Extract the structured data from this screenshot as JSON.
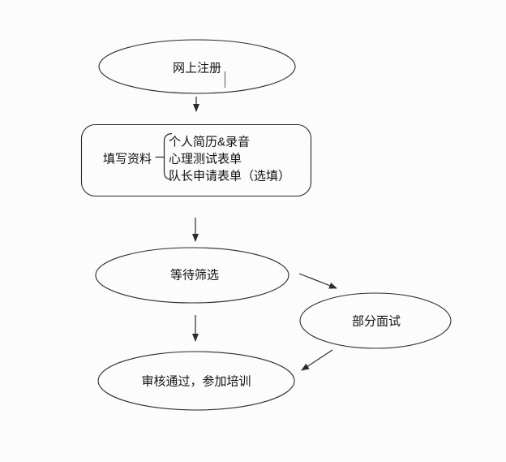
{
  "page": {
    "background": "#fcfcfc",
    "stroke_color": "#2b2b2b",
    "text_color": "#111111"
  },
  "flowchart": {
    "type": "flowchart",
    "nodes": {
      "online_registration": {
        "shape": "ellipse",
        "label": "网上注册"
      },
      "fill_information": {
        "shape": "rounded-rect",
        "label": "填写资料",
        "items": [
          "个人简历&录音",
          "心理测试表单",
          "队长申请表单（选填）"
        ]
      },
      "wait_screening": {
        "shape": "ellipse",
        "label": "等待筛选"
      },
      "partial_interview": {
        "shape": "ellipse",
        "label": "部分面试"
      },
      "approved_training": {
        "shape": "ellipse",
        "label": "审核通过，参加培训"
      }
    },
    "edges": [
      {
        "from": "online_registration",
        "to": "fill_information"
      },
      {
        "from": "fill_information",
        "to": "wait_screening"
      },
      {
        "from": "wait_screening",
        "to": "approved_training"
      },
      {
        "from": "wait_screening",
        "to": "partial_interview"
      },
      {
        "from": "partial_interview",
        "to": "approved_training"
      }
    ]
  }
}
